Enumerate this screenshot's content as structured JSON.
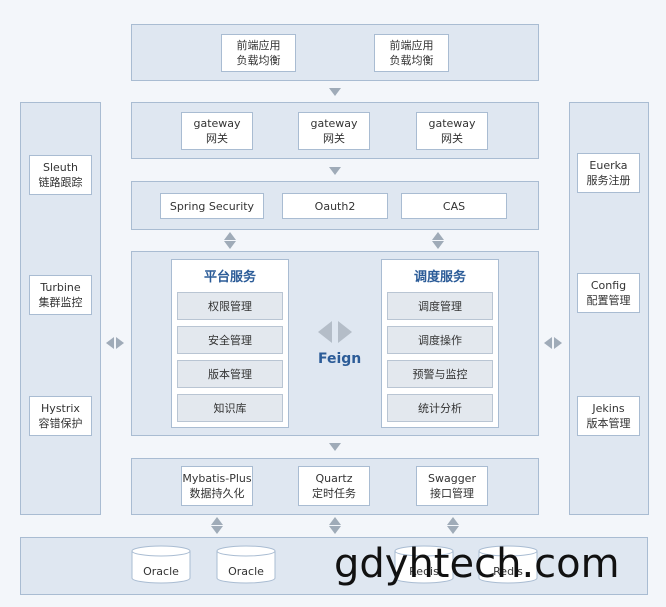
{
  "frontend": [
    "前端应用\n负载均衡",
    "前端应用\n负载均衡"
  ],
  "gateways": [
    "gateway\n网关",
    "gateway\n网关",
    "gateway\n网关"
  ],
  "security": [
    "Spring Security",
    "Oauth2",
    "CAS"
  ],
  "left_column": [
    "Sleuth\n链路跟踪",
    "Turbine\n集群监控",
    "Hystrix\n容错保护"
  ],
  "right_column": [
    "Euerka\n服务注册",
    "Config\n配置管理",
    "Jekins\n版本管理"
  ],
  "platform_service": {
    "title": "平台服务",
    "items": [
      "权限管理",
      "安全管理",
      "版本管理",
      "知识库"
    ]
  },
  "schedule_service": {
    "title": "调度服务",
    "items": [
      "调度管理",
      "调度操作",
      "预警与监控",
      "统计分析"
    ]
  },
  "feign_label": "Feign",
  "persistence": [
    "Mybatis-Plus\n数据持久化",
    "Quartz\n定时任务",
    "Swagger\n接口管理"
  ],
  "databases": [
    "Oracle",
    "Oracle",
    "Redis",
    "Redis"
  ],
  "watermark": "gdyhtech.com"
}
